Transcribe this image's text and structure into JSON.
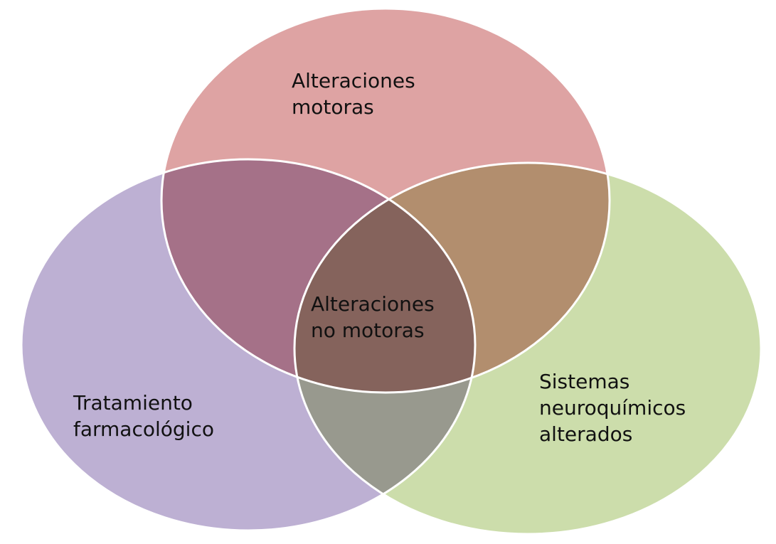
{
  "diagram": {
    "type": "venn",
    "sets": [
      {
        "id": "motoras",
        "lines": [
          "Alteraciones",
          "motoras"
        ],
        "color": "#d68c8c"
      },
      {
        "id": "tratamiento",
        "lines": [
          "Tratamiento",
          "farmacológico"
        ],
        "color": "#ad9cc8"
      },
      {
        "id": "sistemas",
        "lines": [
          "Sistemas",
          "neuroquímicos",
          "alterados"
        ],
        "color": "#bfd596"
      }
    ],
    "center": {
      "lines": [
        "Alteraciones",
        "no motoras"
      ]
    }
  }
}
